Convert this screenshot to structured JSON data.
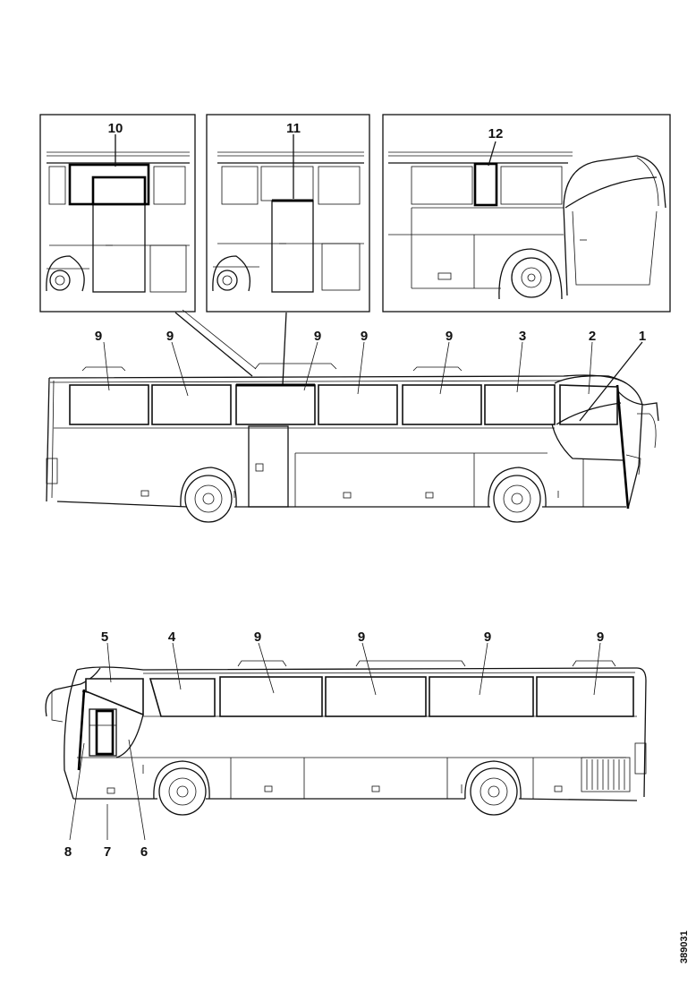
{
  "figure_code": "389031",
  "inset_labels": [
    "10",
    "11",
    "12"
  ],
  "upper_view": {
    "labels": [
      "9",
      "9",
      "9",
      "9",
      "9",
      "3",
      "2",
      "1"
    ]
  },
  "lower_view": {
    "top_labels": [
      "5",
      "4",
      "9",
      "9",
      "9",
      "9"
    ],
    "bottom_labels": [
      "8",
      "7",
      "6"
    ]
  }
}
